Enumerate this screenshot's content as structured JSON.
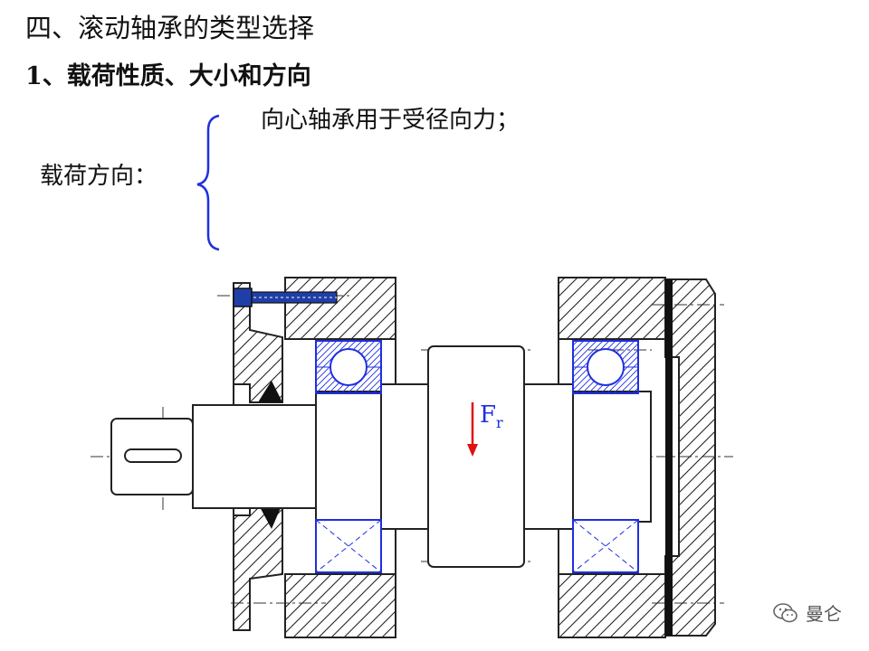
{
  "heading": {
    "section_title": "四、滚动轴承的类型选择",
    "subsection_title": "1、载荷性质、大小和方向"
  },
  "content": {
    "load_direction_label": "载荷方向：",
    "radial_bearing_desc": "向心轴承用于受径向力；"
  },
  "diagram": {
    "force_label": "F",
    "force_subscript": "r"
  },
  "watermark": {
    "text": "曼仑",
    "icon": "wechat-icon"
  },
  "colors": {
    "bearing_outline": "#1f2fe0",
    "force_arrow": "#e01010",
    "bolt": "#1f3fa8",
    "brace": "#1f2fe0"
  }
}
